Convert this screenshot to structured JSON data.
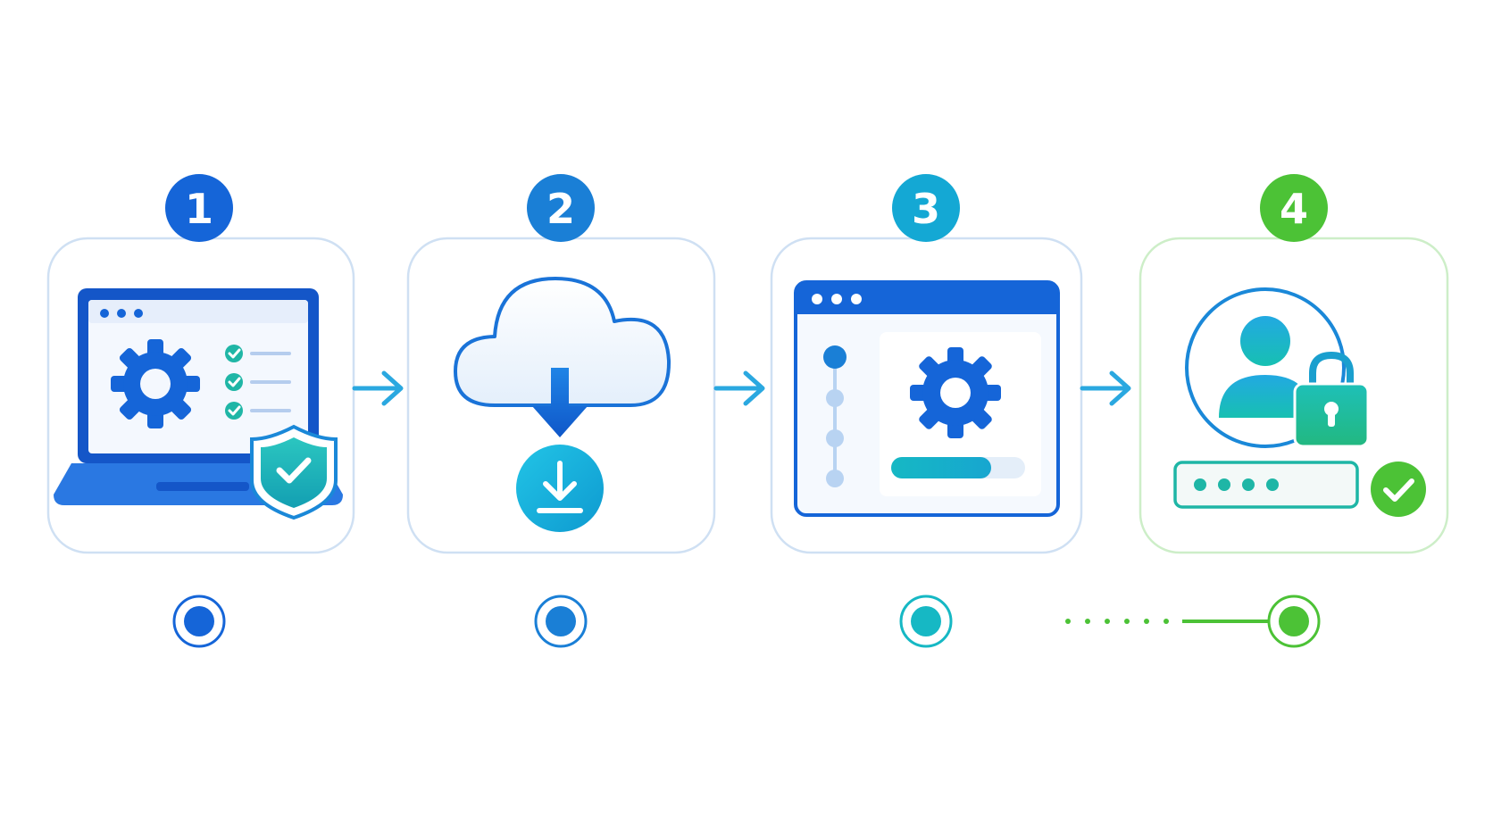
{
  "steps": [
    {
      "number": "1",
      "color": "#1565d8",
      "frame": "#cfe0f3",
      "icon": "laptop-settings-shield-icon"
    },
    {
      "number": "2",
      "color": "#1a7fd6",
      "frame": "#cfe0f3",
      "icon": "cloud-download-icon"
    },
    {
      "number": "3",
      "color": "#14a8d4",
      "frame": "#cfe0f3",
      "icon": "window-settings-progress-icon"
    },
    {
      "number": "4",
      "color": "#4cc236",
      "frame": "#cdeec8",
      "icon": "user-lock-password-check-icon"
    }
  ],
  "connectors": [
    "arrow-right-icon",
    "arrow-right-icon",
    "arrow-right-icon"
  ],
  "colors": {
    "blue": "#1565d8",
    "mid_blue": "#1a7fd6",
    "cyan": "#14a8d4",
    "teal": "#16b8c4",
    "green": "#4cc236",
    "arrow": "#2aa8e0"
  }
}
